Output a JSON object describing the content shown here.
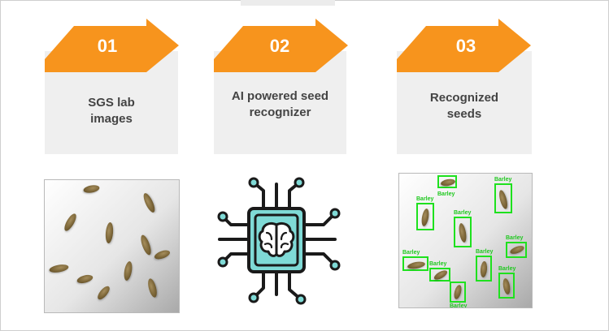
{
  "steps": [
    {
      "number": "01",
      "label": "SGS lab\nimages"
    },
    {
      "number": "02",
      "label": "AI powered seed\nrecognizer"
    },
    {
      "number": "03",
      "label": "Recognized\nseeds"
    }
  ],
  "detections": {
    "class_label": "Barley"
  },
  "colors": {
    "arrow": "#f7941d",
    "card": "#efefef",
    "text": "#444444",
    "chip_teal": "#7fdad6",
    "outline": "#1a1a1a",
    "box": "#1ee11e"
  },
  "icons": {
    "chip": "ai-chip-brain-icon"
  }
}
